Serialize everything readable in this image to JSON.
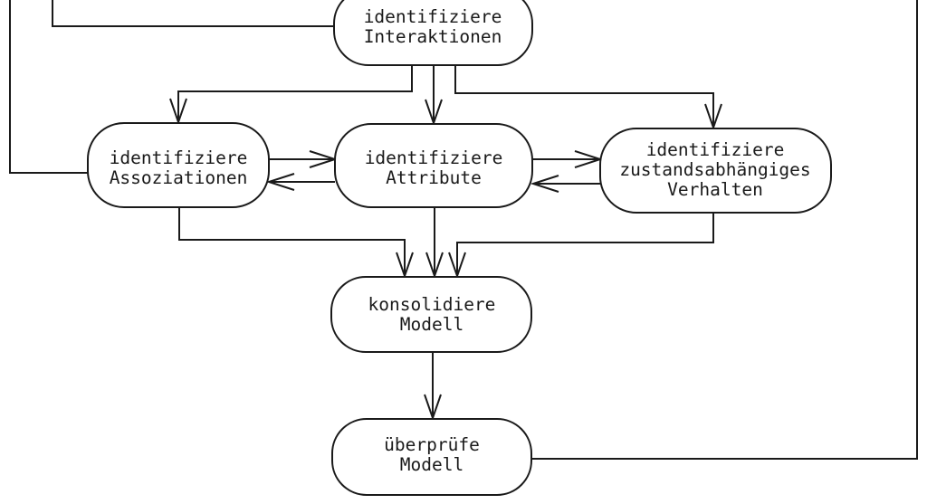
{
  "diagram": {
    "title": "object-modeling process flowchart (German)",
    "colors": {
      "background": "#ffffff",
      "line": "#1a1a1a",
      "text": "#1a1a1a"
    },
    "nodes": [
      {
        "id": "identifiziere-interaktionen",
        "lines": [
          "identifiziere",
          "Interaktionen"
        ]
      },
      {
        "id": "identifiziere-assoziationen",
        "lines": [
          "identifiziere",
          "Assoziationen"
        ]
      },
      {
        "id": "identifiziere-attribute",
        "lines": [
          "identifiziere",
          "Attribute"
        ]
      },
      {
        "id": "identifiziere-zustandsabhaengiges-verhalten",
        "lines": [
          "identifiziere",
          "zustandsabhängiges",
          "Verhalten"
        ]
      },
      {
        "id": "konsolidiere-modell",
        "lines": [
          "konsolidiere",
          "Modell"
        ]
      },
      {
        "id": "ueberpruefe-modell",
        "lines": [
          "überprüfe",
          "Modell"
        ]
      }
    ],
    "edges": [
      {
        "from": "offscreen-top-left",
        "to": "identifiziere-assoziationen",
        "arrow": false
      },
      {
        "from": "offscreen-top-left",
        "to": "identifiziere-interaktionen",
        "arrow": false
      },
      {
        "from": "identifiziere-interaktionen",
        "to": "identifiziere-assoziationen",
        "arrow": true
      },
      {
        "from": "identifiziere-interaktionen",
        "to": "identifiziere-attribute",
        "arrow": true
      },
      {
        "from": "identifiziere-interaktionen",
        "to": "identifiziere-zustandsabhaengiges-verhalten",
        "arrow": true
      },
      {
        "from": "identifiziere-assoziationen",
        "to": "identifiziere-attribute",
        "arrow": true
      },
      {
        "from": "identifiziere-attribute",
        "to": "identifiziere-assoziationen",
        "arrow": true
      },
      {
        "from": "identifiziere-attribute",
        "to": "identifiziere-zustandsabhaengiges-verhalten",
        "arrow": true
      },
      {
        "from": "identifiziere-zustandsabhaengiges-verhalten",
        "to": "identifiziere-attribute",
        "arrow": true
      },
      {
        "from": "identifiziere-assoziationen",
        "to": "konsolidiere-modell",
        "arrow": true
      },
      {
        "from": "identifiziere-attribute",
        "to": "konsolidiere-modell",
        "arrow": true
      },
      {
        "from": "identifiziere-zustandsabhaengiges-verhalten",
        "to": "konsolidiere-modell",
        "arrow": true
      },
      {
        "from": "konsolidiere-modell",
        "to": "ueberpruefe-modell",
        "arrow": true
      },
      {
        "from": "ueberpruefe-modell",
        "to": "offscreen-top-right",
        "arrow": false
      }
    ]
  }
}
